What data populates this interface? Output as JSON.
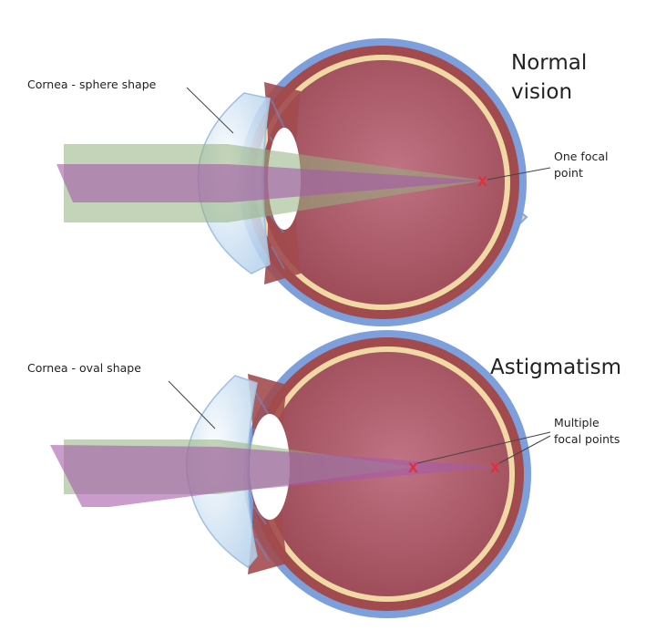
{
  "normal": {
    "title_line1": "Normal",
    "title_line2": "vision",
    "cornea_label": "Cornea - sphere shape",
    "focal_line1": "One focal",
    "focal_line2": "point"
  },
  "astig": {
    "title": "Astigmatism",
    "cornea_label": "Cornea - oval shape",
    "focal_line1": "Multiple",
    "focal_line2": "focal points"
  },
  "colors": {
    "sclera": "#7d9fdb",
    "choroid": "#a24b4e",
    "vitreous": "#b25f6e",
    "retina": "#f1d9a5",
    "nerve": "#f1d39a",
    "cornea": "#cfe3f3",
    "lens": "#ffffff",
    "beam_green": "#93b07d",
    "beam_purple": "#a55aa8",
    "focal_mark": "#e0303c"
  }
}
